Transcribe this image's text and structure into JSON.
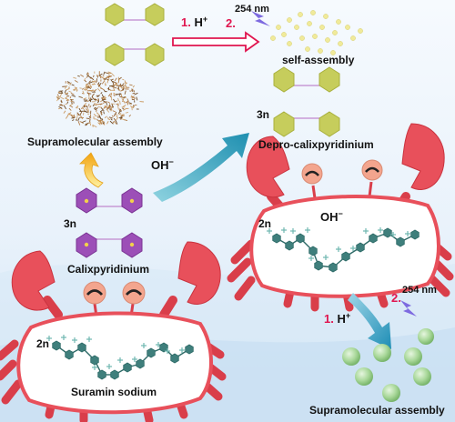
{
  "colors": {
    "background_light": "#f6fafe",
    "background_blue": "#cfe3f4",
    "crab_red": "#e8505b",
    "crab_red_dark": "#c9333f",
    "shell_fill": "#ffffff",
    "eye": "#f3a58e",
    "macrocycle_green": "#c6cd5c",
    "macrocycle_purple": "#9c4fb7",
    "suramin_teal": "#3f7f7c",
    "sphere_green": "#a9d89a",
    "small_dot": "#f0ea9a",
    "arrow_teal": "#1e8fb0",
    "label_red": "#e0154f",
    "lightning_purple": "#7d6ae0"
  },
  "top": {
    "step1_num": "1.",
    "step1_reagent": "H",
    "step1_charge": "+",
    "step2_num": "2.",
    "uv_label": "254 nm",
    "result_label": "self-assembly"
  },
  "left": {
    "assembly_label": "Supramolecular assembly",
    "multiplier": "3n",
    "macrocycle_label": "Calixpyridinium",
    "crab_multiplier": "2n",
    "crab_guest_label": "Suramin sodium"
  },
  "middle": {
    "reagent": "OH",
    "charge": "−"
  },
  "right": {
    "multiplier": "3n",
    "macrocycle_label": "Depro-calixpyridinium",
    "crab_multiplier": "2n",
    "crab_reagent": "OH",
    "crab_charge": "−",
    "step1_num": "1.",
    "step1_reagent": "H",
    "step1_charge": "+",
    "step2_num": "2.",
    "uv_label": "254 nm",
    "result_label": "Supramolecular assembly"
  }
}
